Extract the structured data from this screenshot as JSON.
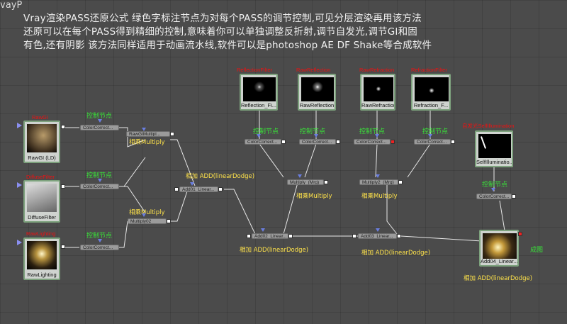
{
  "header": {
    "cut_title": "vayP",
    "line1": "Vray渲染PASS还原公式   绿色字标注节点为对每个PASS的调节控制,可见分层渲染再用该方法",
    "line2": "还原可以在每个PASS得到精细的控制,意味着你可以单独调整反折射,调节自发光,调节GI和固",
    "line3": "有色,还有阴影   该方法同样适用于动画流水线,软件可以是photoshop AE DF Shake等合成软件"
  },
  "nodes": {
    "rawgi": {
      "label": "RawGI (LD)",
      "tag": "RawGI"
    },
    "diffuse": {
      "label": "DiffuseFilter",
      "tag": "DiffuseFilter"
    },
    "rawlighting": {
      "label": "RawLighting",
      "tag": "RawLighting"
    },
    "reflfilter": {
      "label": "Reflection_Fi...",
      "tag": "ReflectionFilter"
    },
    "rawrefl": {
      "label": "RawReflection",
      "tag": "RawReflection"
    },
    "rawrefr": {
      "label": "RawRefraction",
      "tag": "RawRefraction"
    },
    "refrfilter": {
      "label": "Refraction_F...",
      "tag": "RefractionFilter"
    },
    "selfillum": {
      "label": "SelfIlluminatio...",
      "tag": "自发光SelfIllumination"
    },
    "result": {
      "label": "Add04_Linear...",
      "tag": "成图"
    }
  },
  "ops": {
    "cc1": "ColorCorrect...",
    "cc2": "ColorCorrect...",
    "cc3": "ColorCorrect...",
    "cc4": "ColorCorrect...",
    "cc5": "ColorCorrect...",
    "cc6": "ColorCorrect...",
    "cc7": "ColorCorrect...",
    "cc8": "ColorCorrect...",
    "mult_gi": "RawGIMultipl...",
    "mult02": "Multiply02",
    "add01": "Add01_Linear...",
    "mult_refl": "Multiply_(Mrg)",
    "mult2_refr": "Multiply2_(Mrg)",
    "add02": "Add02_Linear...",
    "add03": "Add03_Linear..."
  },
  "labels": {
    "ctrl": "控制节点",
    "multiply": "相乘Multiply",
    "add": "相加 ADD(linearDodge)",
    "result_tag": "成图"
  },
  "colors": {
    "canvas": "#4b4b4b",
    "node_border": "#7da27d",
    "ctrl_text": "#39e239",
    "op_text": "#ffe34a",
    "pass_name": "#e11111"
  }
}
